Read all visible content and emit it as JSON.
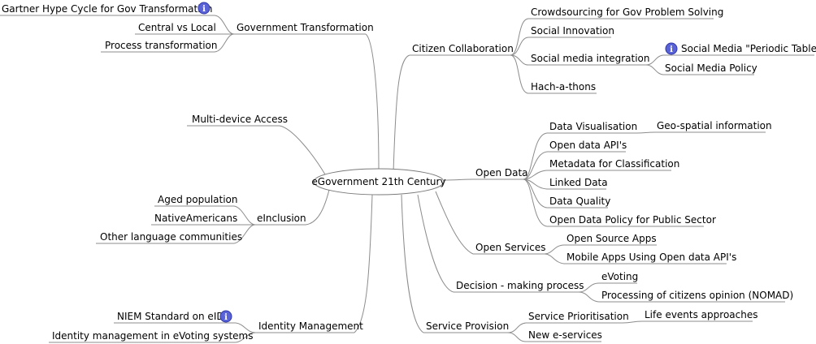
{
  "center": "eGovernment 21th Century",
  "branches": {
    "government_transformation": "Government Transformation",
    "gartner": "Gartner Hype Cycle for Gov Transformation",
    "central_vs_local": "Central vs Local",
    "process_transformation": "Process transformation",
    "multi_device": "Multi-device Access",
    "einclusion": "eInclusion",
    "aged": "Aged population",
    "native": "NativeAmericans",
    "other_lang": "Other language communities",
    "identity": "Identity Management",
    "niem": "NIEM Standard on eID",
    "id_evoting": "Identity management in eVoting systems",
    "citizen": "Citizen Collaboration",
    "crowd": "Crowdsourcing for Gov Problem Solving",
    "social_innov": "Social Innovation",
    "social_media": "Social media integration",
    "periodic": "Social Media \"Periodic Table\"",
    "sm_policy": "Social Media Policy",
    "hackathons": "Hach-a-thons",
    "open_data": "Open Data",
    "data_vis": "Data Visualisation",
    "geo": "Geo-spatial information",
    "od_apis": "Open data  API's",
    "metadata": "Metadata for Classification",
    "linked": "Linked Data",
    "quality": "Data Quality",
    "od_policy": "Open Data Policy for Public Sector",
    "open_services": "Open Services",
    "os_apps": "Open Source Apps",
    "mobile_apps": "Mobile Apps Using Open data API's",
    "decision": "Decision - making process",
    "evoting": "eVoting",
    "nomad": "Processing of citizens opinion (NOMAD)",
    "service": "Service Provision",
    "prioritisation": "Service Prioritisation",
    "life_events": "Life events approaches",
    "new_eserv": "New e-services"
  },
  "icons": {
    "info": "i"
  }
}
